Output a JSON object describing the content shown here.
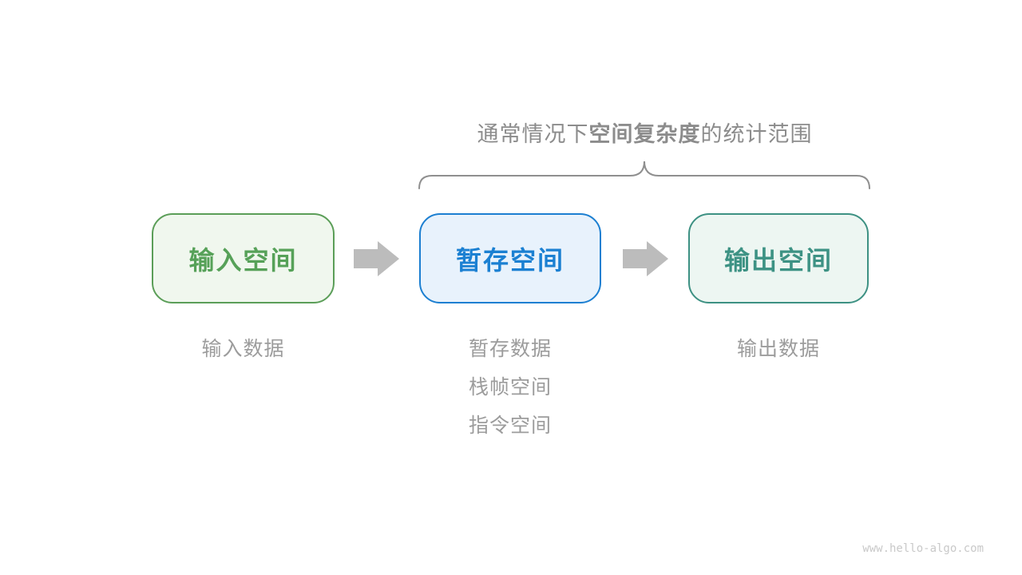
{
  "title": {
    "prefix": "通常情况下",
    "bold": "空间复杂度",
    "suffix": "的统计范围"
  },
  "boxes": [
    {
      "label": "输入空间",
      "border_color": "#5b9e58",
      "bg_color": "#f0f7ee",
      "text_color": "#56a158",
      "sub_labels": [
        "输入数据"
      ]
    },
    {
      "label": "暂存空间",
      "border_color": "#1c7fd1",
      "bg_color": "#e8f2fc",
      "text_color": "#1b80d2",
      "sub_labels": [
        "暂存数据",
        "栈帧空间",
        "指令空间"
      ]
    },
    {
      "label": "输出空间",
      "border_color": "#3d9183",
      "bg_color": "#edf6f2",
      "text_color": "#3d9284",
      "sub_labels": [
        "输出数据"
      ]
    }
  ],
  "watermark": "www.hello-algo.com",
  "colors": {
    "arrow": "#bcbcbc",
    "brace": "#8f8f8f",
    "title_text": "#8c8c8c",
    "sub_label_text": "#9c9c9c",
    "background": "#ffffff"
  }
}
